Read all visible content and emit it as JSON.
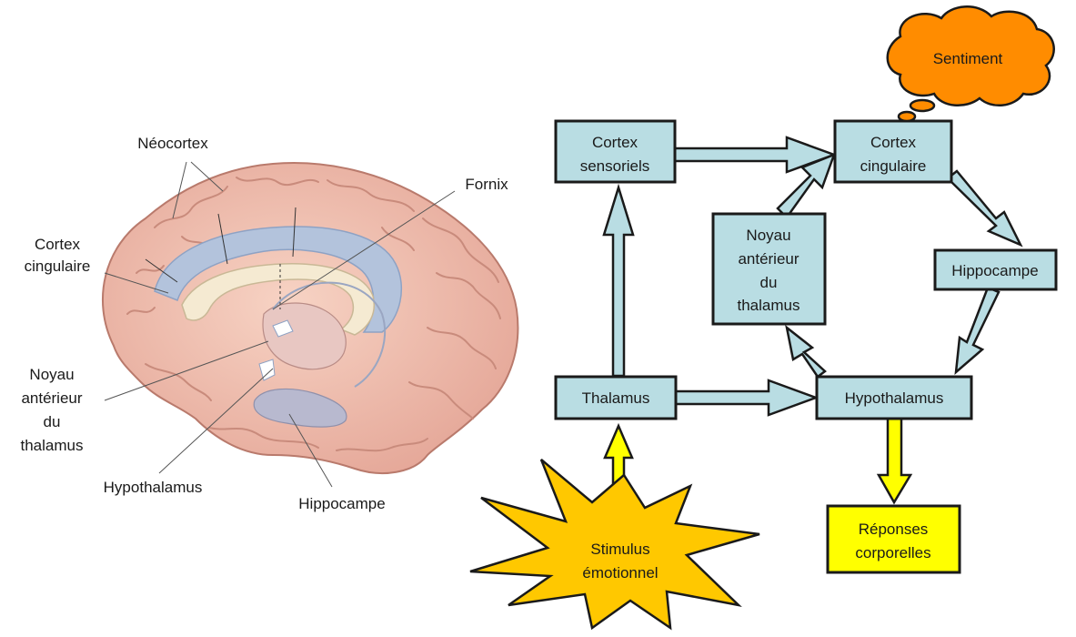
{
  "brain": {
    "labels": {
      "neocortex": "Néocortex",
      "fornix": "Fornix",
      "cortex_cingulaire": [
        "Cortex",
        "cingulaire"
      ],
      "noyau": [
        "Noyau",
        "antérieur",
        "du",
        "thalamus"
      ],
      "hypothalamus": "Hypothalamus",
      "hippocampe": "Hippocampe"
    }
  },
  "flow": {
    "cortex_sensoriels": [
      "Cortex",
      "sensoriels"
    ],
    "cortex_cingulaire": [
      "Cortex",
      "cingulaire"
    ],
    "noyau": [
      "Noyau",
      "antérieur",
      "du",
      "thalamus"
    ],
    "hippocampe": "Hippocampe",
    "thalamus": "Thalamus",
    "hypothalamus": "Hypothalamus",
    "reponses": [
      "Réponses",
      "corporelles"
    ],
    "stimulus": [
      "Stimulus",
      "émotionnel"
    ],
    "sentiment": "Sentiment"
  },
  "colors": {
    "box_fill": "#b9dde3",
    "arrow_fill": "#b9dde3",
    "yellow": "#ffff00",
    "star": "#ffc800",
    "cloud": "#ff8c00",
    "brain_pink": "#f0c0b0",
    "cingulate_blue": "#b3c3dc"
  }
}
